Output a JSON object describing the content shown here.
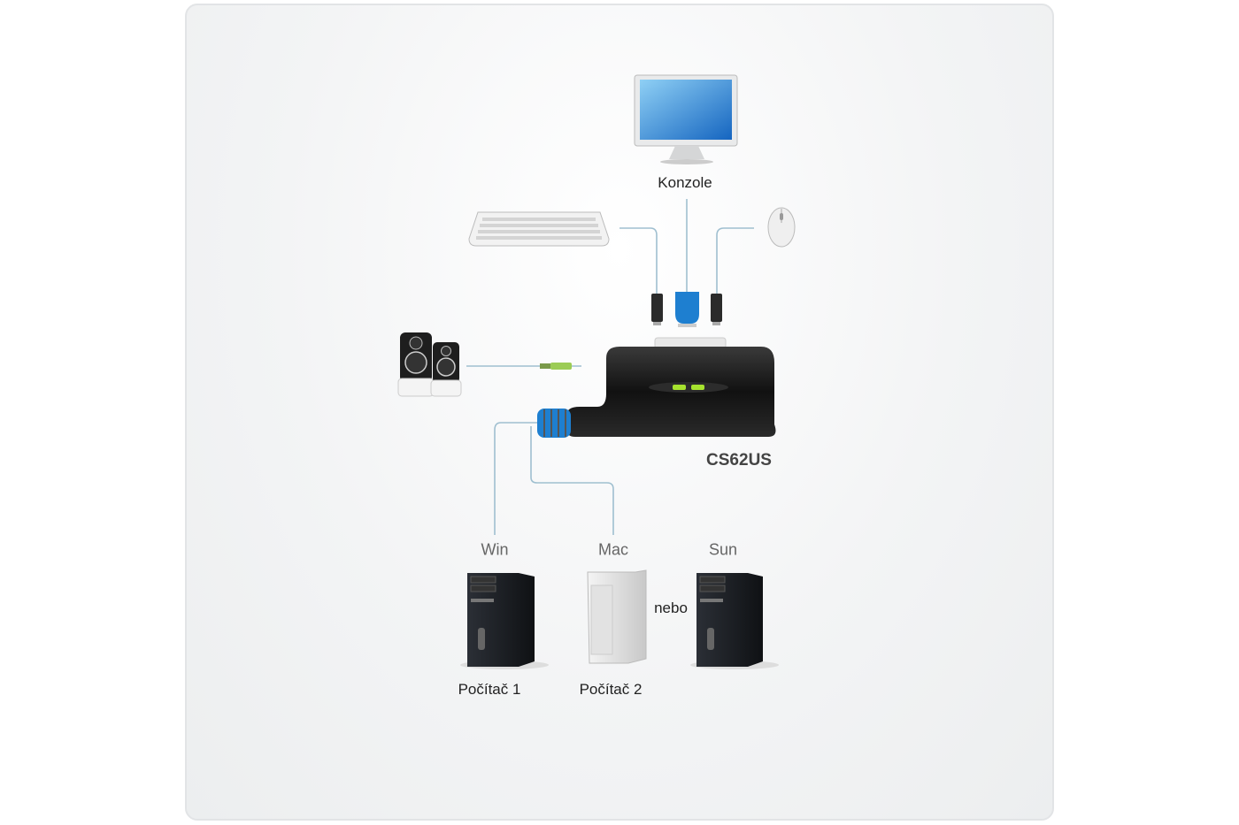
{
  "diagram": {
    "console_label": "Konzole",
    "device_label": "CS62US",
    "computers": [
      {
        "os": "Win",
        "label": "Počítač 1"
      },
      {
        "os": "Mac",
        "label": "Počítač 2"
      },
      {
        "os": "Sun",
        "label": ""
      }
    ],
    "or_label": "nebo"
  },
  "colors": {
    "cable": "#9fbfd0",
    "accent_blue": "#1e7fd0",
    "led_green": "#a6e22e"
  }
}
